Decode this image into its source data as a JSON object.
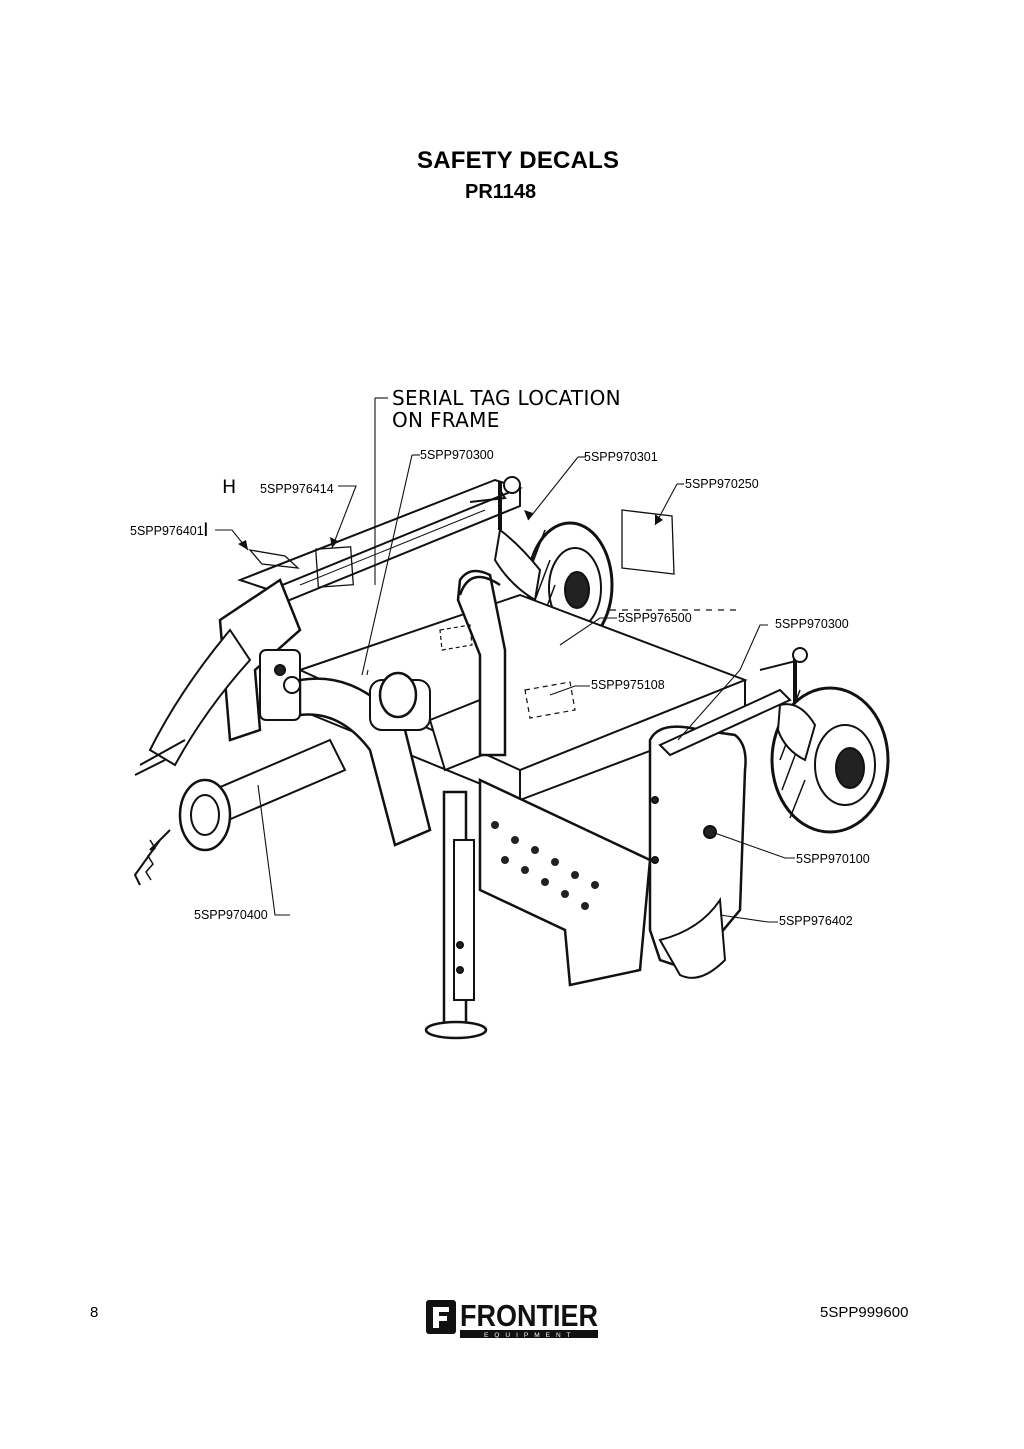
{
  "header": {
    "title": "SAFETY DECALS",
    "model": "PR1148"
  },
  "diagram": {
    "serial_tag": [
      "SERIAL TAG LOCATION",
      "ON FRAME"
    ],
    "markers": {
      "h": "H",
      "i": "I"
    },
    "callouts": {
      "c970300_top": "5SPP970300",
      "c970301": "5SPP970301",
      "c970250": "5SPP970250",
      "c976414": "5SPP976414",
      "c976401": "5SPP976401",
      "c976500": "5SPP976500",
      "c970300_right": "5SPP970300",
      "c975108": "5SPP975108",
      "c970100": "5SPP970100",
      "c970400": "5SPP970400",
      "c976402": "5SPP976402"
    }
  },
  "footer": {
    "page_number": "8",
    "brand": "FRONTIER",
    "brand_sub": "EQUIPMENT",
    "doc_code": "5SPP999600"
  }
}
